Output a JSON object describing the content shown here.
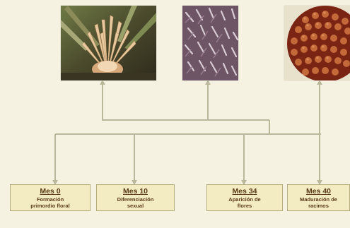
{
  "stages": [
    {
      "title": "Mes 0",
      "line1": "Formación",
      "line2": "primordio floral"
    },
    {
      "title": "Mes 10",
      "line1": "Diferenciación",
      "line2": "sexual"
    },
    {
      "title": "Mes 34",
      "line1": "Aparición de",
      "line2": "flores"
    },
    {
      "title": "Mes 40",
      "line1": "Maduración de",
      "line2": "racimos"
    }
  ],
  "photos": [
    {
      "icon": "palm-inflorescence-photo"
    },
    {
      "icon": "palm-flowers-photo"
    },
    {
      "icon": "palm-fruit-bunch-photo"
    }
  ],
  "colors": {
    "background": "#f5f2e2",
    "line": "#b9b89a",
    "box_fill": "#f3ecc2",
    "box_border": "#b7ad7e",
    "text": "#5a3a16"
  }
}
